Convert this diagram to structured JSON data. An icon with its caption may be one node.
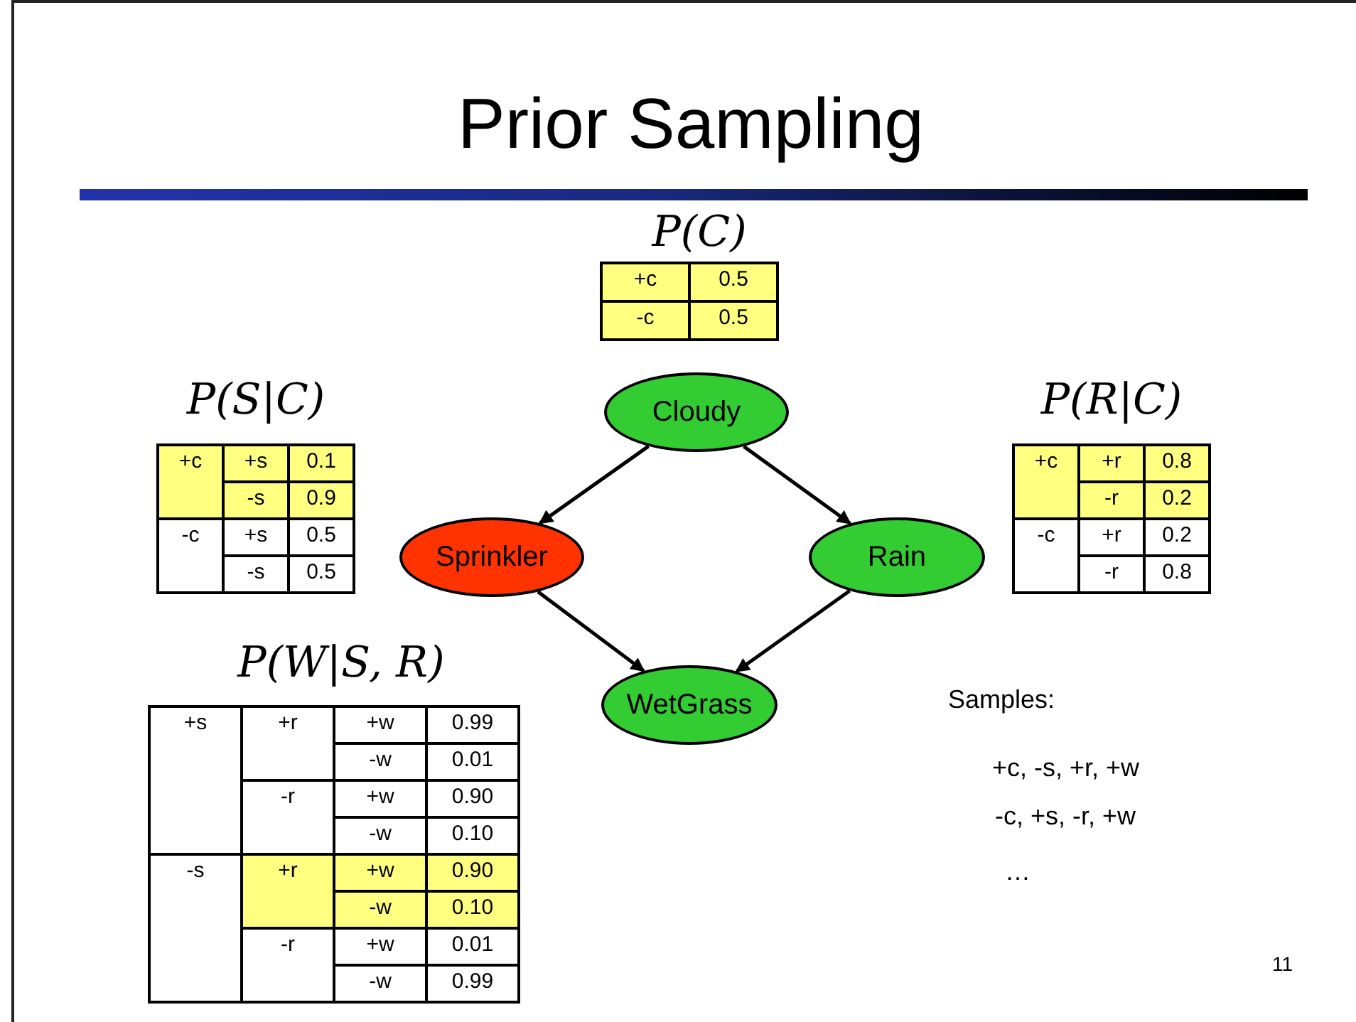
{
  "diagram": {
    "title": "Prior Sampling",
    "nodes": [
      {
        "text": [
          "Cloudy"
        ]
      },
      {
        "text": [
          "Sprinkler"
        ]
      },
      {
        "text": [
          "Rain"
        ]
      },
      {
        "text": [
          "WetGrass"
        ]
      }
    ],
    "edges": [
      {
        "from": 0,
        "to": 1,
        "arrow": "to"
      },
      {
        "from": 0,
        "to": 2,
        "arrow": "to"
      },
      {
        "from": 1,
        "to": 3,
        "arrow": "to"
      },
      {
        "from": 2,
        "to": 3,
        "arrow": "to"
      }
    ],
    "labels": [
      "P(C)",
      "+c",
      "0.5",
      "-c",
      "0.5",
      "P(S|C)",
      "+c",
      "+s",
      "0.1",
      "-s",
      "0.9",
      "-c",
      "+s",
      "0.5",
      "-s",
      "0.5",
      "P(R|C)",
      "+c",
      "+r",
      "0.8",
      "-r",
      "0.2",
      "-c",
      "+r",
      "0.2",
      "-r",
      "0.8",
      "P(W|S, R)",
      "+s",
      "+r",
      "+w",
      "0.99",
      "-w",
      "0.01",
      "-r",
      "+w",
      "0.90",
      "-w",
      "0.10",
      "-s",
      "+r",
      "+w",
      "0.90",
      "-w",
      "0.10",
      "-r",
      "+w",
      "0.01",
      "-w",
      "0.99",
      "Samples:",
      "+c, -s, +r, +w",
      "-c, +s, -r, +w",
      "…",
      "11"
    ]
  }
}
